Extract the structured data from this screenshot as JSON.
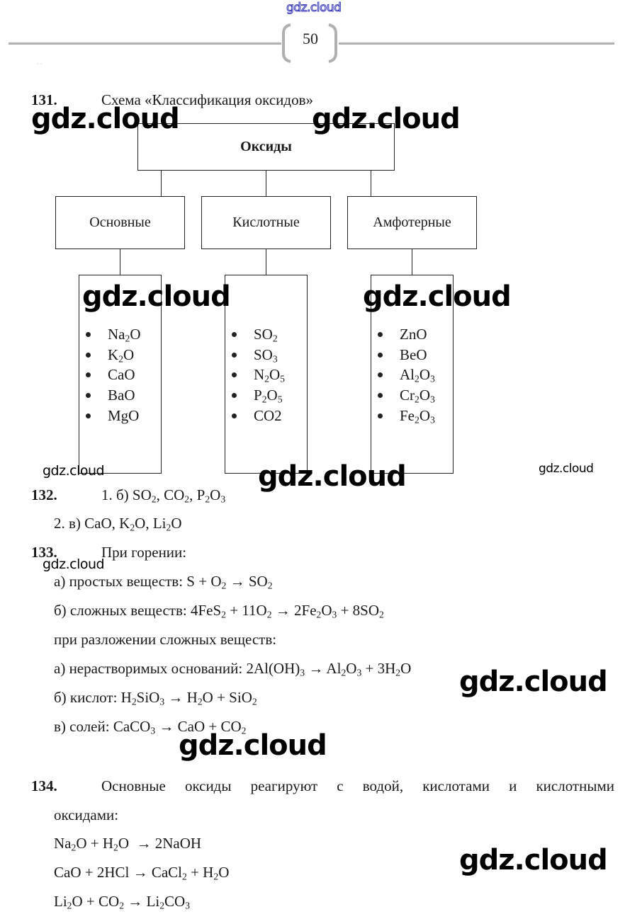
{
  "header": {
    "site_watermark": "gdz.cloud",
    "page_number": "50",
    "stray_mark": "· ·"
  },
  "watermark": "gdz.cloud",
  "colors": {
    "watermark_outline": "#3a3ab8",
    "rule": "#b0b0b0",
    "text": "#1a1a1a"
  },
  "task131": {
    "number": "131.",
    "title": "Схема «Классификация оксидов»",
    "root": "Оксиды",
    "categories": [
      {
        "label": "Основные",
        "items": [
          {
            "base": "Na",
            "sub": "2",
            "rest": "O"
          },
          {
            "base": "K",
            "sub": "2",
            "rest": "O"
          },
          {
            "base": "CaO",
            "sub": "",
            "rest": ""
          },
          {
            "base": "BaO",
            "sub": "",
            "rest": ""
          },
          {
            "base": "MgO",
            "sub": "",
            "rest": ""
          }
        ]
      },
      {
        "label": "Кислотные",
        "items": [
          {
            "base": "SO",
            "sub": "2",
            "rest": ""
          },
          {
            "base": "SO",
            "sub": "3",
            "rest": ""
          },
          {
            "base": "N",
            "sub": "2",
            "rest": "O",
            "sub2": "5"
          },
          {
            "base": "P",
            "sub": "2",
            "rest": "O",
            "sub2": "5"
          },
          {
            "base": "CO2",
            "sub": "",
            "rest": ""
          }
        ]
      },
      {
        "label": "Амфотерные",
        "items": [
          {
            "base": "ZnO",
            "sub": "",
            "rest": ""
          },
          {
            "base": "BeO",
            "sub": "",
            "rest": ""
          },
          {
            "base": "Al",
            "sub": "2",
            "rest": "O",
            "sub2": "3"
          },
          {
            "base": "Cr",
            "sub": "2",
            "rest": "O",
            "sub2": "3"
          },
          {
            "base": "Fe",
            "sub": "2",
            "rest": "O",
            "sub2": "3"
          }
        ]
      }
    ]
  },
  "task132": {
    "number": "132.",
    "lines": [
      "1. б) SO<sub>2</sub>, CO<sub>2</sub>, P<sub>2</sub>O<sub>3</sub>",
      "2. в) CaO, K<sub>2</sub>O, Li<sub>2</sub>O"
    ]
  },
  "task133": {
    "number": "133.",
    "intro": "При горении:",
    "lines": [
      "а) простых веществ: S + O<sub>2</sub> → SO<sub>2</sub>",
      "б) сложных веществ: 4FeS<sub>2</sub> + 11O<sub>2</sub> → 2Fe<sub>2</sub>O<sub>3</sub> + 8SO<sub>2</sub>",
      "при разложении сложных веществ:",
      "а) нерастворимых оснований: 2Al(OH)<sub>3</sub> → Al<sub>2</sub>O<sub>3</sub> + 3H<sub>2</sub>O",
      "б) кислот: H<sub>2</sub>SiO<sub>3</sub> → H<sub>2</sub>O + SiO<sub>2</sub>",
      "в) солей: CaCO<sub>3</sub> → CaO + CO<sub>2</sub>"
    ]
  },
  "task134": {
    "number": "134.",
    "intro_line1": "Основные оксиды реагируют с водой, кислотами и кислотными",
    "intro_line2": "оксидами:",
    "lines": [
      "Na<sub>2</sub>O + H<sub>2</sub>O &nbsp;→ 2NaOH",
      "CaO + 2HCl → CaCl<sub>2</sub> + H<sub>2</sub>O",
      "Li<sub>2</sub>O + CO<sub>2</sub> → Li<sub>2</sub>CO<sub>3</sub>"
    ]
  }
}
